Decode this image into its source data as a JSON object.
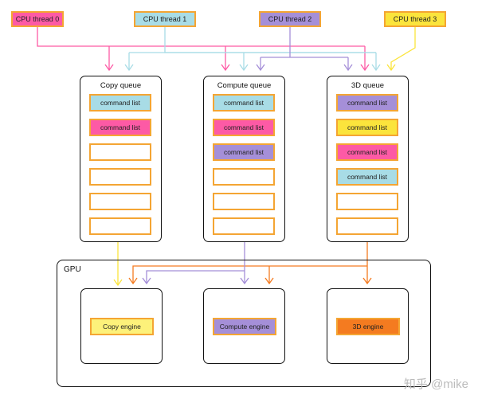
{
  "colors": {
    "pink": "#fd5aa5",
    "cyan": "#a8dce6",
    "purple": "#a58fd8",
    "yellow": "#fbe43c",
    "orange": "#f47b20",
    "light_yellow": "#fdf17a",
    "border_orange": "#f4a533"
  },
  "threads": [
    {
      "label": "CPU thread 0",
      "color": "#fd5aa5"
    },
    {
      "label": "CPU thread 1",
      "color": "#a8dce6"
    },
    {
      "label": "CPU thread 2",
      "color": "#a58fd8"
    },
    {
      "label": "CPU thread 3",
      "color": "#fbe43c"
    }
  ],
  "queues": [
    {
      "title": "Copy queue",
      "slots": [
        {
          "label": "command list",
          "color": "#a8dce6"
        },
        {
          "label": "command list",
          "color": "#fd5aa5"
        },
        {
          "label": "",
          "color": ""
        },
        {
          "label": "",
          "color": ""
        },
        {
          "label": "",
          "color": ""
        },
        {
          "label": "",
          "color": ""
        }
      ]
    },
    {
      "title": "Compute queue",
      "slots": [
        {
          "label": "command list",
          "color": "#a8dce6"
        },
        {
          "label": "command list",
          "color": "#fd5aa5"
        },
        {
          "label": "command list",
          "color": "#a58fd8"
        },
        {
          "label": "",
          "color": ""
        },
        {
          "label": "",
          "color": ""
        },
        {
          "label": "",
          "color": ""
        }
      ]
    },
    {
      "title": "3D queue",
      "slots": [
        {
          "label": "command list",
          "color": "#a58fd8"
        },
        {
          "label": "command list",
          "color": "#fbe43c"
        },
        {
          "label": "command list",
          "color": "#fd5aa5"
        },
        {
          "label": "command list",
          "color": "#a8dce6"
        },
        {
          "label": "",
          "color": ""
        },
        {
          "label": "",
          "color": ""
        }
      ]
    }
  ],
  "gpu": {
    "label": "GPU"
  },
  "engines": [
    {
      "label": "Copy engine",
      "color": "#fdf17a"
    },
    {
      "label": "Compute engine",
      "color": "#a58fd8"
    },
    {
      "label": "3D engine",
      "color": "#f47b20"
    }
  ],
  "watermark": "知乎 @mike"
}
